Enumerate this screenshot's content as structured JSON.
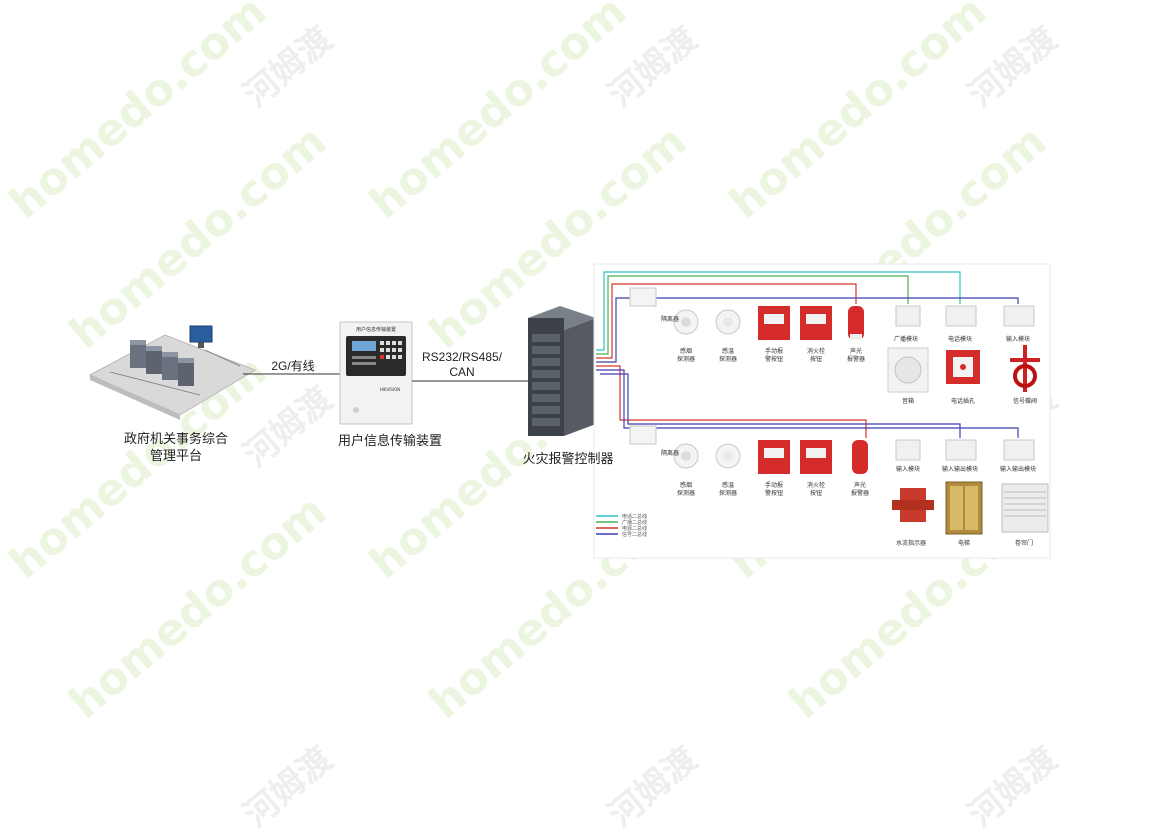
{
  "watermark": {
    "latin": "homedo.com",
    "cjk": "河姆渡"
  },
  "platform": {
    "line1": "政府机关事务综合",
    "line2": "管理平台"
  },
  "link1": {
    "label": "2G/有线"
  },
  "transmitter": {
    "label": "用户信息传输装置",
    "panel_title": "用户信息传输装置",
    "brand": "HIKVISION"
  },
  "link2": {
    "line1": "RS232/RS485/",
    "line2": "CAN"
  },
  "controller": {
    "label": "火灾报警控制器"
  },
  "bus_top": {
    "isolator": "隔离器",
    "devices": [
      {
        "line1": "感烟",
        "line2": "探测器"
      },
      {
        "line1": "感温",
        "line2": "探测器"
      },
      {
        "line1": "手动报",
        "line2": "警按钮"
      },
      {
        "line1": "消火栓",
        "line2": "按钮"
      },
      {
        "line1": "声光",
        "line2": "报警器"
      }
    ],
    "modules": [
      "广播模块",
      "电话模块",
      "输入模块"
    ],
    "outputs": [
      "音箱",
      "电话插孔",
      "信号蝶阀"
    ]
  },
  "bus_bottom": {
    "isolator": "隔离器",
    "devices": [
      {
        "line1": "感烟",
        "line2": "探测器"
      },
      {
        "line1": "感温",
        "line2": "探测器"
      },
      {
        "line1": "手动报",
        "line2": "警按钮"
      },
      {
        "line1": "消火栓",
        "line2": "按钮"
      },
      {
        "line1": "声光",
        "line2": "报警器"
      }
    ],
    "modules": [
      "输入模块",
      "输入输出模块",
      "输入输出模块"
    ],
    "outputs": [
      "水流指示器",
      "电梯",
      "卷帘门"
    ]
  },
  "legend": [
    "电话二总线",
    "广播二总线",
    "电源二总线",
    "信号二总线"
  ],
  "colors": {
    "phone_bus": "#2ec4c9",
    "broadcast_bus": "#4caf50",
    "power_bus": "#d9342b",
    "signal_bus": "#3f3fb0",
    "device_red": "#d62b2b"
  }
}
